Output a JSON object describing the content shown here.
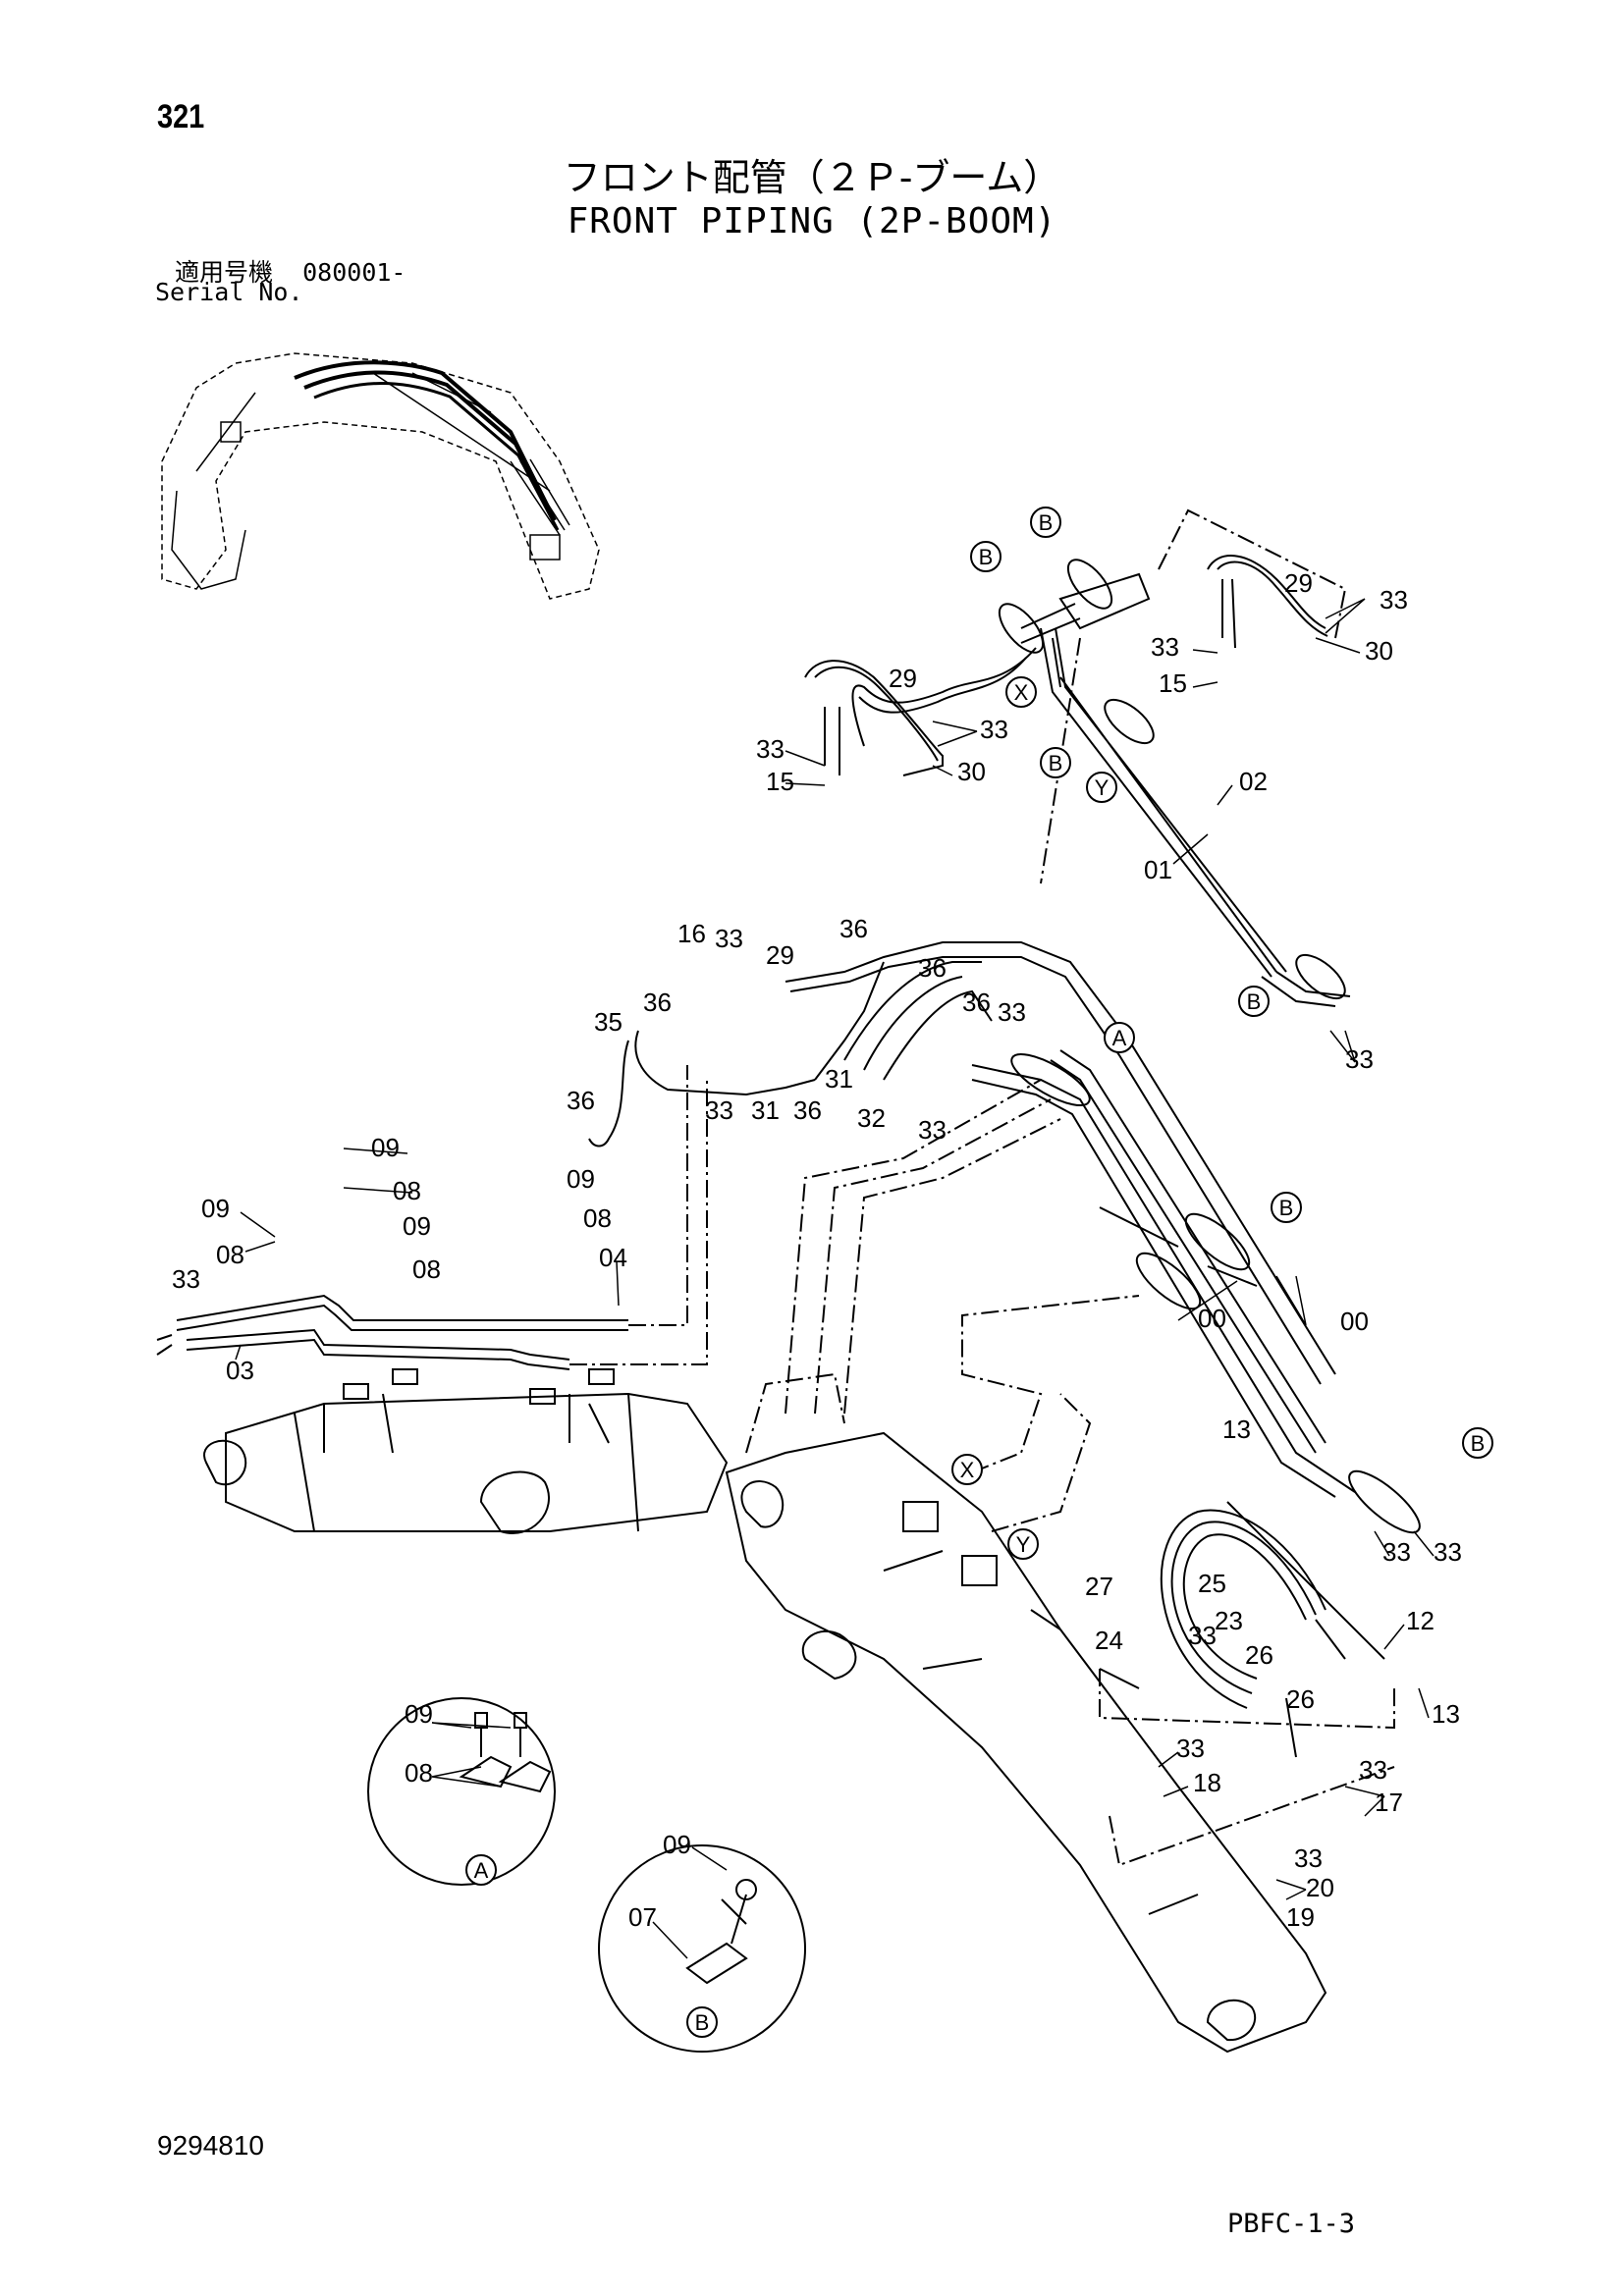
{
  "header": {
    "page_number": "321",
    "title_jp": "フロント配管（２Ｐ-ブーム）",
    "title_en": "FRONT PIPING (2P-BOOM)",
    "serial_label_jp": "適用号機",
    "serial_value": "080001-",
    "serial_label_en": "Serial No."
  },
  "callouts": {
    "c00a": "00",
    "c00b": "00",
    "c01": "01",
    "c02": "02",
    "c03": "03",
    "c04": "04",
    "c07": "07",
    "c08a": "08",
    "c08b": "08",
    "c08c": "08",
    "c08d": "08",
    "c08e": "08",
    "c09a": "09",
    "c09b": "09",
    "c09c": "09",
    "c09d": "09",
    "c09e": "09",
    "c09f": "09",
    "c12": "12",
    "c13a": "13",
    "c13b": "13",
    "c15a": "15",
    "c15b": "15",
    "c16": "16",
    "c17": "17",
    "c18": "18",
    "c19": "19",
    "c20": "20",
    "c23": "23",
    "c24": "24",
    "c25": "25",
    "c26a": "26",
    "c26b": "26",
    "c27": "27",
    "c29a": "29",
    "c29b": "29",
    "c29c": "29",
    "c30a": "30",
    "c30b": "30",
    "c31a": "31",
    "c31b": "31",
    "c32": "32",
    "c33a": "33",
    "c33b": "33",
    "c33c": "33",
    "c33d": "33",
    "c33e": "33",
    "c33f": "33",
    "c33g": "33",
    "c33h": "33",
    "c33i": "33",
    "c33j": "33",
    "c33k": "33",
    "c33l": "33",
    "c33m": "33",
    "c33n": "33",
    "c33o": "33",
    "c33p": "33",
    "c35": "35",
    "c36a": "36",
    "c36b": "36",
    "c36c": "36",
    "c36d": "36",
    "c36e": "36",
    "c36f": "36"
  },
  "view_markers": {
    "A1": "A",
    "A2": "A",
    "B1": "B",
    "B2": "B",
    "B3": "B",
    "B4": "B",
    "B5": "B",
    "B6": "B",
    "B7": "B",
    "X1": "X",
    "X2": "X",
    "Y1": "Y",
    "Y2": "Y"
  },
  "footer": {
    "document_number": "9294810",
    "page_code": "PBFC-1-3"
  }
}
